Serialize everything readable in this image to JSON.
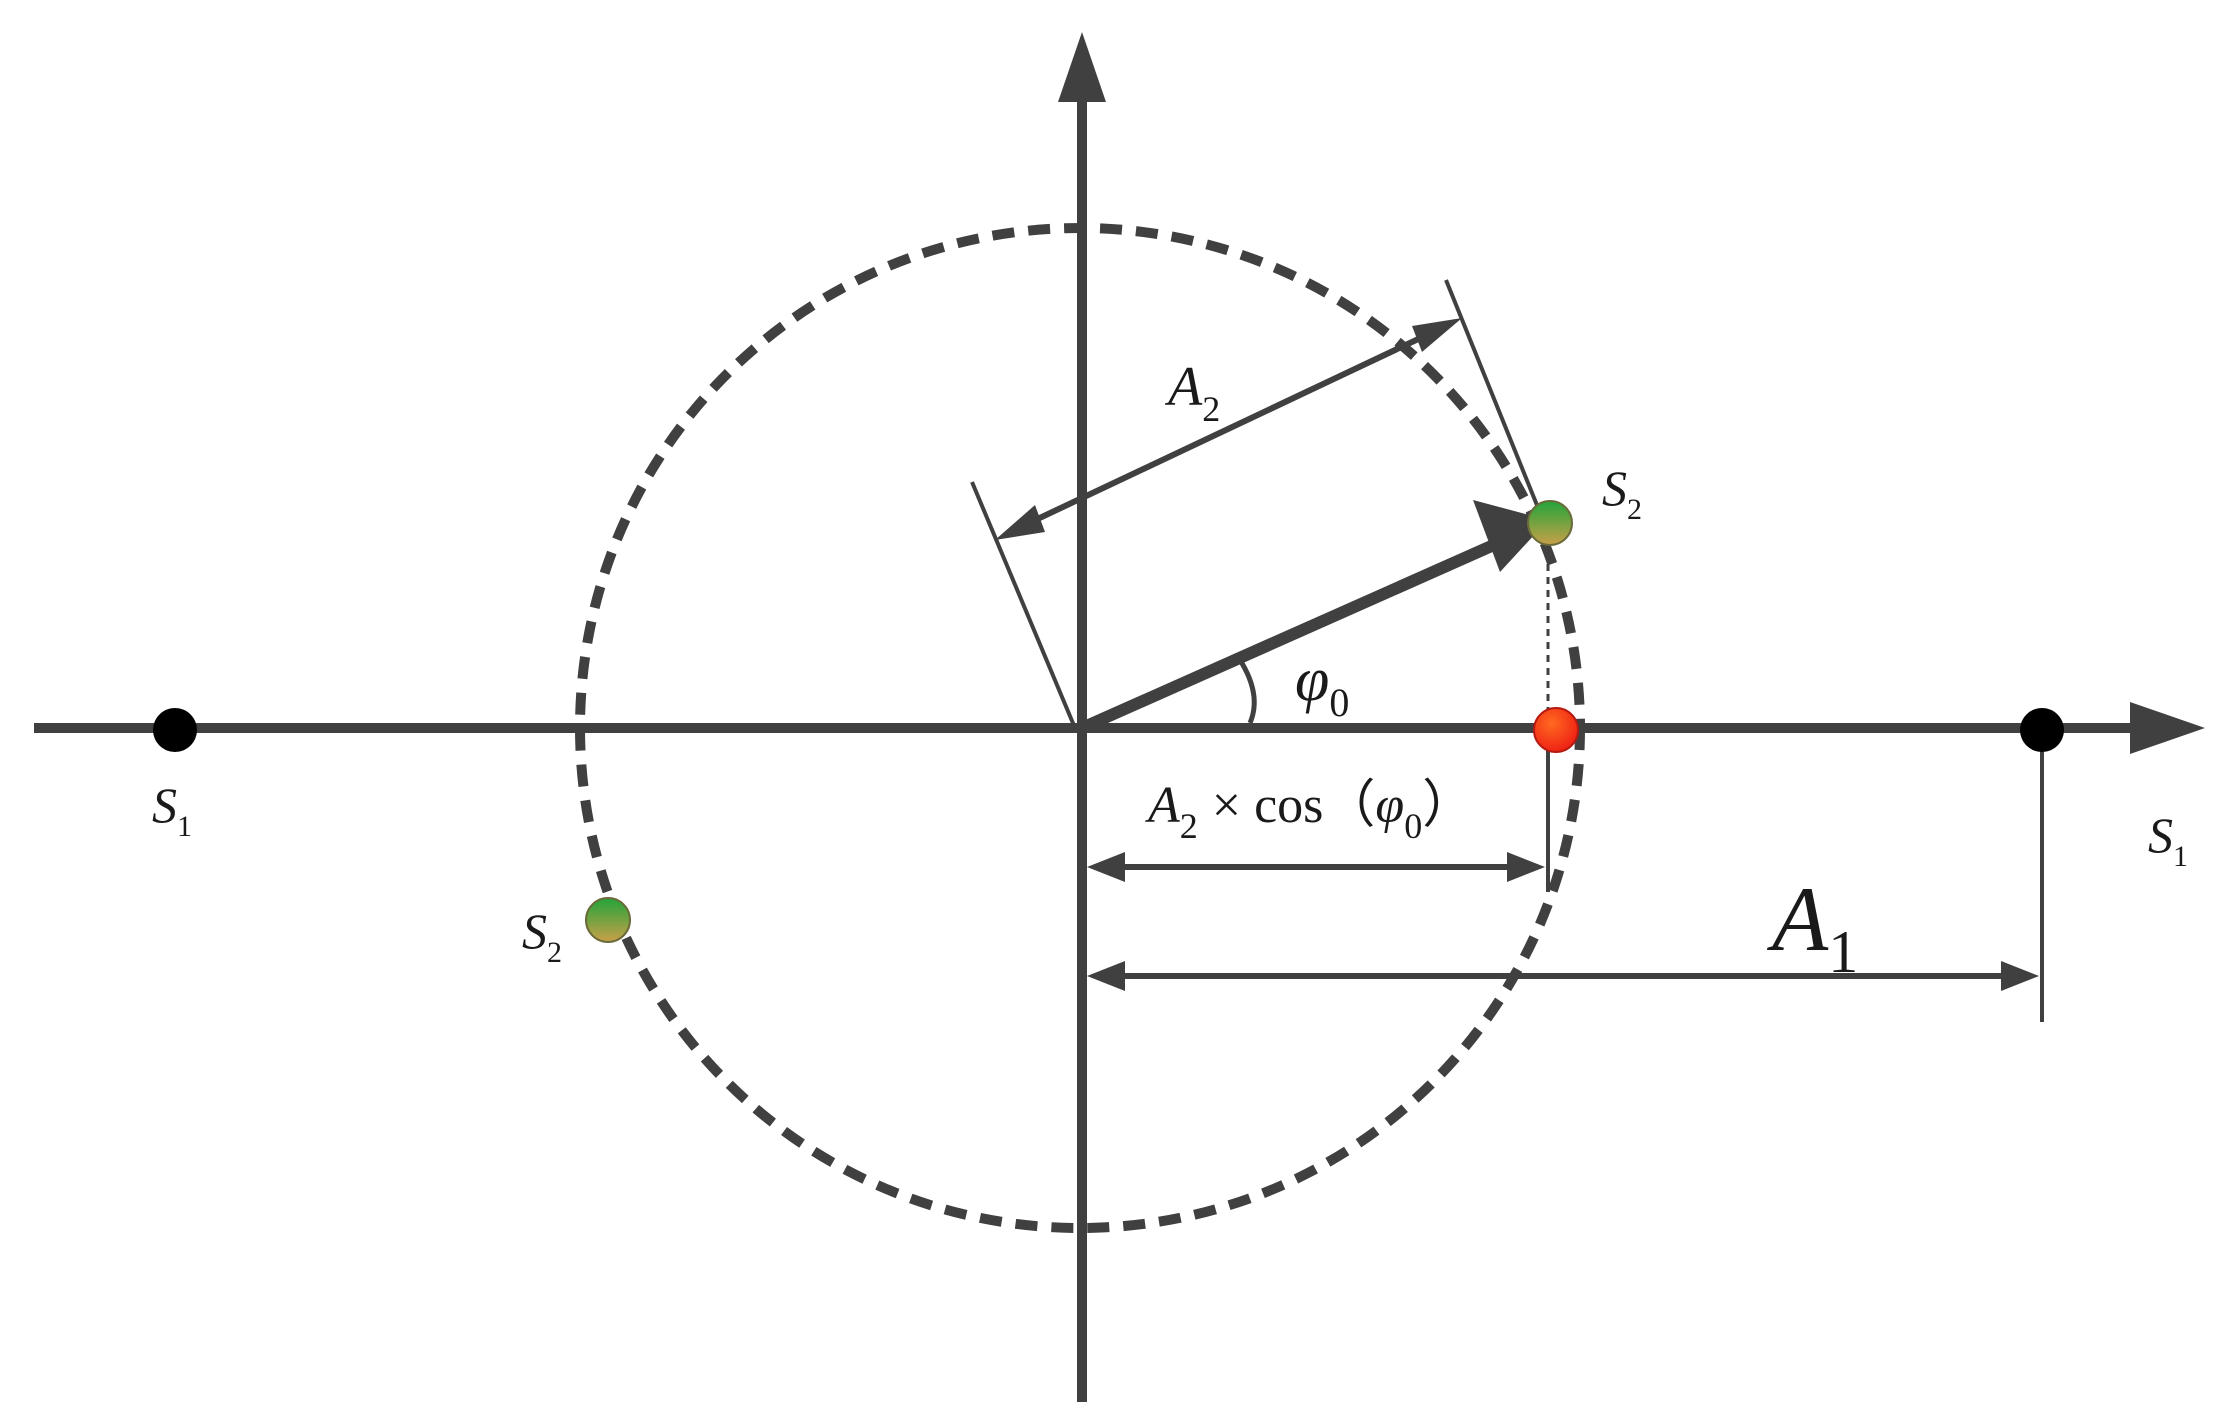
{
  "labels": {
    "s1_left": {
      "main": "S",
      "sub": "1"
    },
    "s1_axis": {
      "main": "S",
      "sub": "1"
    },
    "s2_top": {
      "main": "S",
      "sub": "2"
    },
    "s2_bottom": {
      "main": "S",
      "sub": "2"
    },
    "a2": {
      "main": "A",
      "sub": "2"
    },
    "phi0": {
      "main": "φ",
      "sub": "0"
    },
    "a2cos": {
      "main": "A",
      "sub": "2",
      "op": "× cos（",
      "phi": "φ",
      "phi_sub": "0",
      "close": "）"
    },
    "a1": {
      "main": "A",
      "sub": "1"
    }
  },
  "colors": {
    "axis": "#404040",
    "circle": "#404040",
    "point_black": "#000000",
    "point_red": "#ff2a10",
    "point_green_top": "#22a43a",
    "point_green_bottom": "#c9a048"
  }
}
